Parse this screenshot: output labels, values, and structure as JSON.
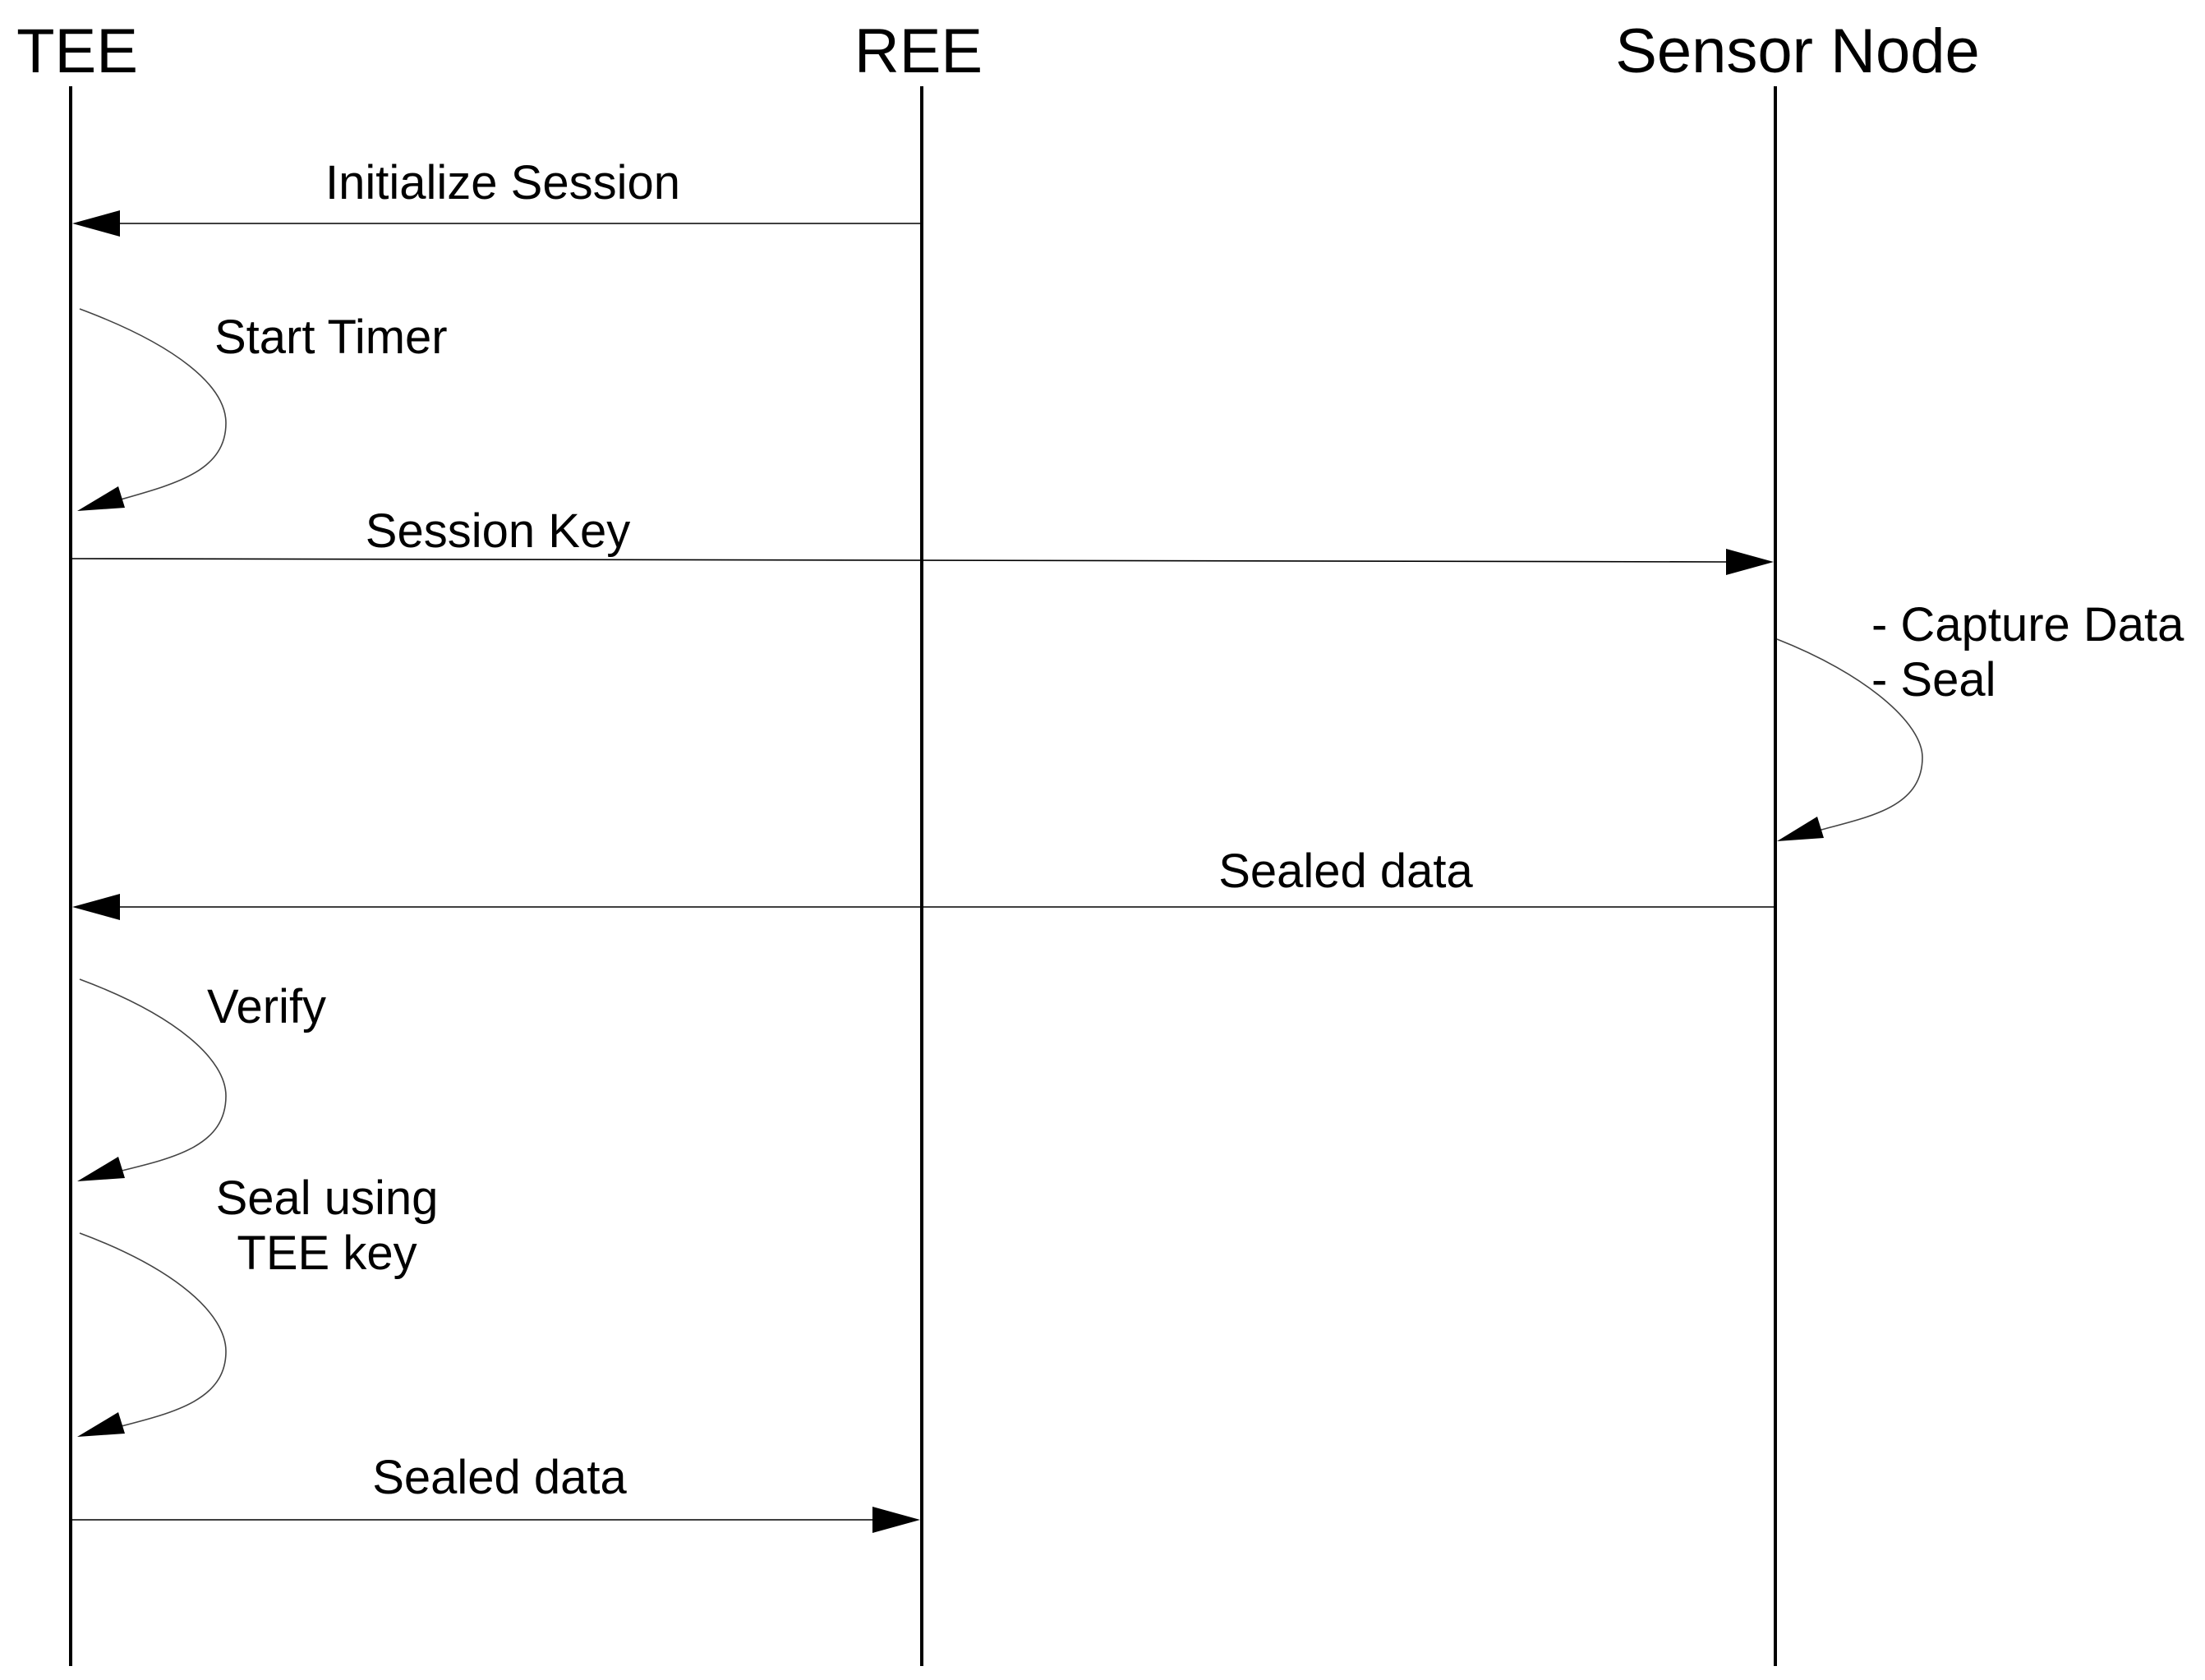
{
  "participants": [
    {
      "id": "tee",
      "label": "TEE"
    },
    {
      "id": "ree",
      "label": "REE"
    },
    {
      "id": "sensor",
      "label": "Sensor Node"
    }
  ],
  "messages": [
    {
      "id": "initialize-session",
      "from": "ree",
      "to": "tee",
      "label": "Initialize Session"
    },
    {
      "id": "start-timer",
      "from": "tee",
      "to": "tee",
      "label": "Start Timer"
    },
    {
      "id": "session-key",
      "from": "tee",
      "to": "sensor",
      "label": "Session Key"
    },
    {
      "id": "capture-seal",
      "from": "sensor",
      "to": "sensor",
      "label_lines": [
        "- Capture Data",
        "- Seal"
      ]
    },
    {
      "id": "sealed-data-to-tee",
      "from": "sensor",
      "to": "tee",
      "label": "Sealed data"
    },
    {
      "id": "verify",
      "from": "tee",
      "to": "tee",
      "label": "Verify"
    },
    {
      "id": "seal-using-tee-key",
      "from": "tee",
      "to": "tee",
      "label_lines": [
        "Seal using",
        "TEE key"
      ]
    },
    {
      "id": "sealed-data-to-ree",
      "from": "tee",
      "to": "ree",
      "label": "Sealed data"
    }
  ]
}
